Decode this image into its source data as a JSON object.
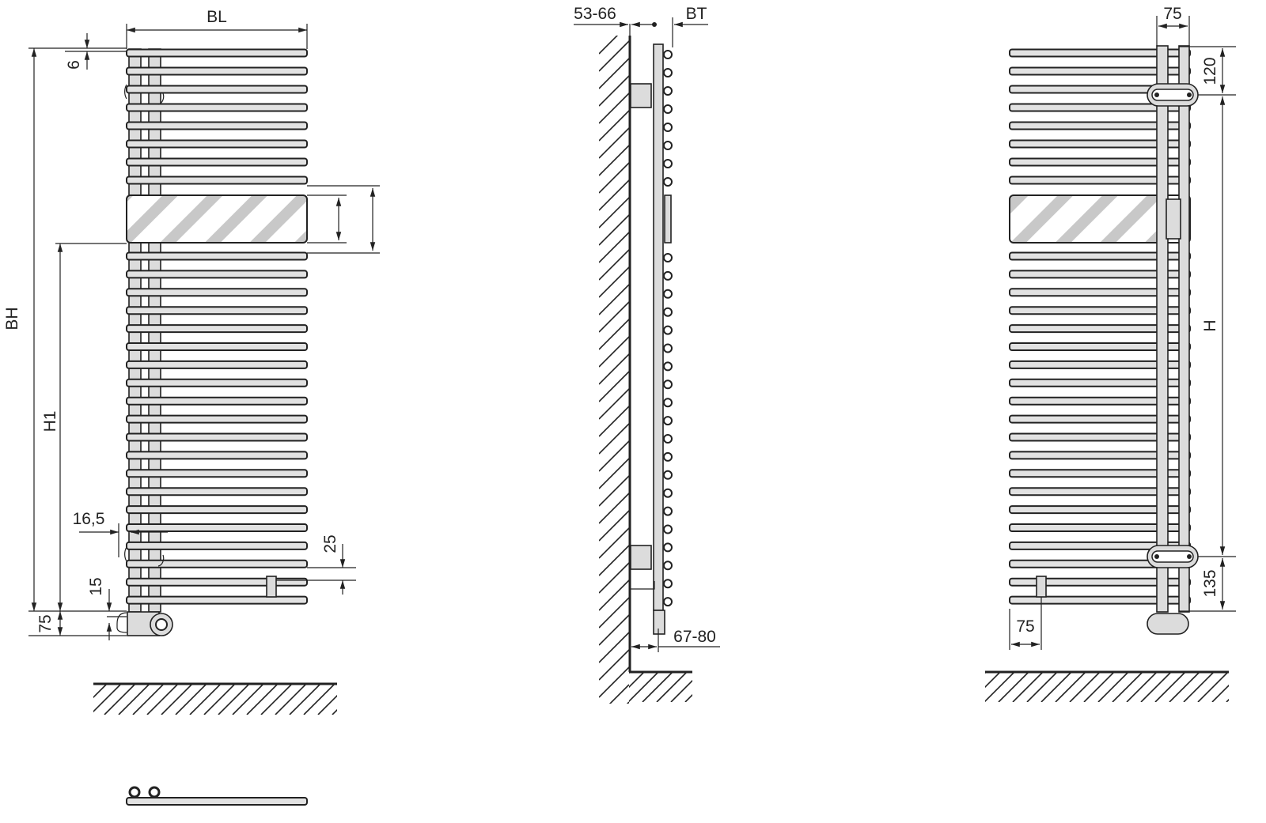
{
  "front_view": {
    "width_label": "BL",
    "height_label": "BH",
    "connection_height_label": "H1",
    "top_offset": "6",
    "side_offset": "16,5",
    "valve_spacing": "25",
    "bottom_gap": "15",
    "bottom_height": "75"
  },
  "side_view": {
    "wall_distance": "53-66",
    "depth_label": "BT",
    "bottom_wall_distance": "67-80"
  },
  "rear_view": {
    "tube_spacing": "75",
    "top_bracket": "120",
    "bracket_distance": "H",
    "bottom_bracket": "135",
    "valve_offset": "75"
  },
  "colors": {
    "line": "#222222",
    "fill": "#e2e2e2",
    "hatch": "#c8c8c8"
  }
}
